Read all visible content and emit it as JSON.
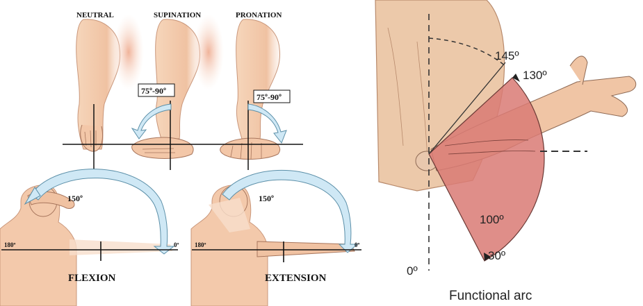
{
  "forearm_rotation": {
    "neutral_label": "NEUTRAL",
    "supination_label": "SUPINATION",
    "pronation_label": "PRONATION",
    "supination_range": "75º-90º",
    "pronation_range": "75º-90º"
  },
  "shoulder": {
    "flexion_label": "FLEXION",
    "extension_label": "EXTENSION",
    "flexion_angle": "150º",
    "extension_angle": "150º",
    "flexion_left_tick": "180º",
    "flexion_right_tick": "0º",
    "extension_left_tick": "180º",
    "extension_right_tick": "0º"
  },
  "elbow": {
    "angle_145": "145º",
    "angle_130": "130º",
    "angle_100": "100º",
    "angle_30": "30º",
    "angle_0": "0º",
    "caption": "Functional arc"
  },
  "colors": {
    "skin": "#f2c9a6",
    "skin_shadow": "#e8a888",
    "arrow_fill": "#cfe8f5",
    "arrow_stroke": "#5b8fa8",
    "arc_fill": "#d97a74",
    "line": "#111111"
  }
}
